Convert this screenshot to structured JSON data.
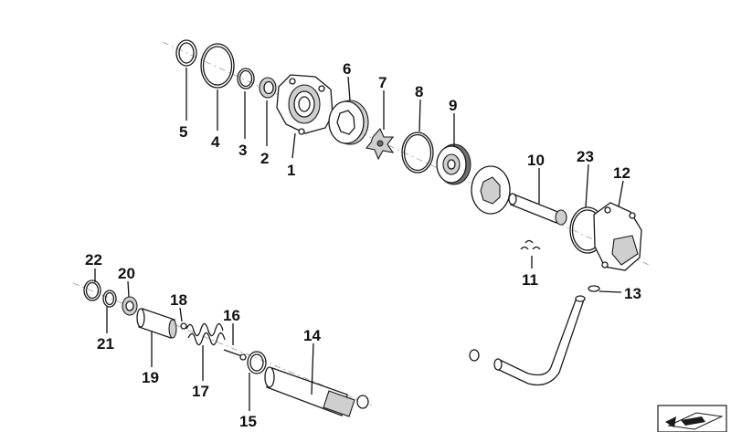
{
  "diagram": {
    "callouts": [
      "1",
      "2",
      "3",
      "4",
      "5",
      "6",
      "7",
      "8",
      "9",
      "10",
      "11",
      "12",
      "13",
      "14",
      "15",
      "16",
      "17",
      "18",
      "19",
      "20",
      "21",
      "22",
      "23"
    ]
  },
  "corner_badge": {
    "icon": "arrow-icon"
  }
}
